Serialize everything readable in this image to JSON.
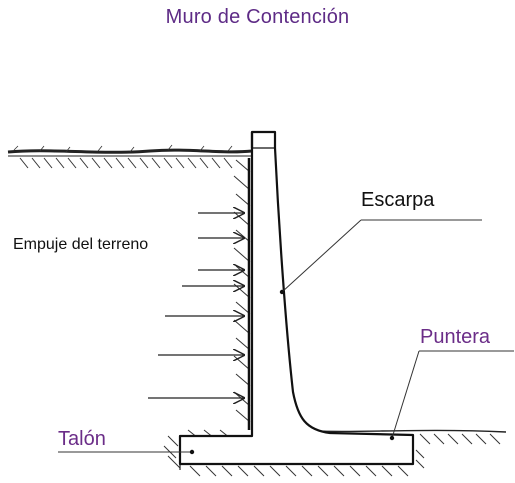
{
  "title": "Muro de Contención",
  "labels": {
    "escarpa": "Escarpa",
    "empuje": "Empuje del terreno",
    "puntera": "Puntera",
    "talon": "Talón"
  },
  "colors": {
    "title": "#5e2b86",
    "highlight_label": "#6b2d88",
    "ink": "#222222"
  }
}
